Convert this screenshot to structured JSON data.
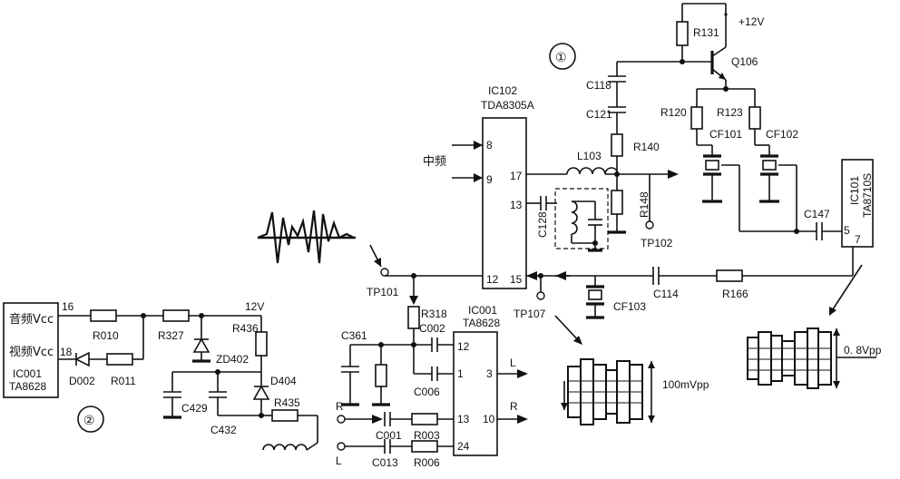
{
  "circle_labels": {
    "one": "①",
    "two": "②"
  },
  "ic102": {
    "line1": "IC102",
    "line2": "TDA8305A",
    "pin8": "8",
    "pin9": "9",
    "pin17": "17",
    "pin13": "13",
    "pin12": "12",
    "pin15": "15"
  },
  "ic101": {
    "line1": "IC101",
    "line2": "TA8710S",
    "pin5": "5",
    "pin7": "7"
  },
  "ic001_mid": {
    "line1": "IC001",
    "line2": "TA8628",
    "pin12": "12",
    "pin1": "1",
    "pin13": "13",
    "pin24": "24",
    "pin3": "3",
    "pin10": "10"
  },
  "ic001_left": {
    "audio": "音频Vcc",
    "video": "视频Vcc",
    "line1": "IC001",
    "line2": "TA8628",
    "pin16": "16",
    "pin18": "18"
  },
  "input_if": "中频",
  "supply_12v_top": "+12V",
  "supply_12v_left": "12V",
  "components": {
    "R131": "R131",
    "Q106": "Q106",
    "C118": "C118",
    "C121": "C121",
    "R140": "R140",
    "L103": "L103",
    "R148": "R148",
    "C128": "C128",
    "R120": "R120",
    "R123": "R123",
    "CF101": "CF101",
    "CF102": "CF102",
    "C147": "C147",
    "C114": "C114",
    "R166": "R166",
    "CF103": "CF103",
    "R318": "R318",
    "C002": "C002",
    "C006": "C006",
    "C361": "C361",
    "C001": "C001",
    "C013": "C013",
    "R003": "R003",
    "R006": "R006",
    "R010": "R010",
    "R011": "R011",
    "D002": "D002",
    "R327": "R327",
    "R436": "R436",
    "ZD402": "ZD402",
    "D404": "D404",
    "C429": "C429",
    "C432": "C432",
    "R435": "R435"
  },
  "testpoints": {
    "TP101": "TP101",
    "TP102": "TP102",
    "TP107": "TP107"
  },
  "io_labels": {
    "L_out": "L",
    "R_out": "R",
    "R_in": "R",
    "L_in": "L"
  },
  "waveforms": {
    "mid_amplitude": "100mVpp",
    "right_amplitude": "0. 8Vpp"
  }
}
